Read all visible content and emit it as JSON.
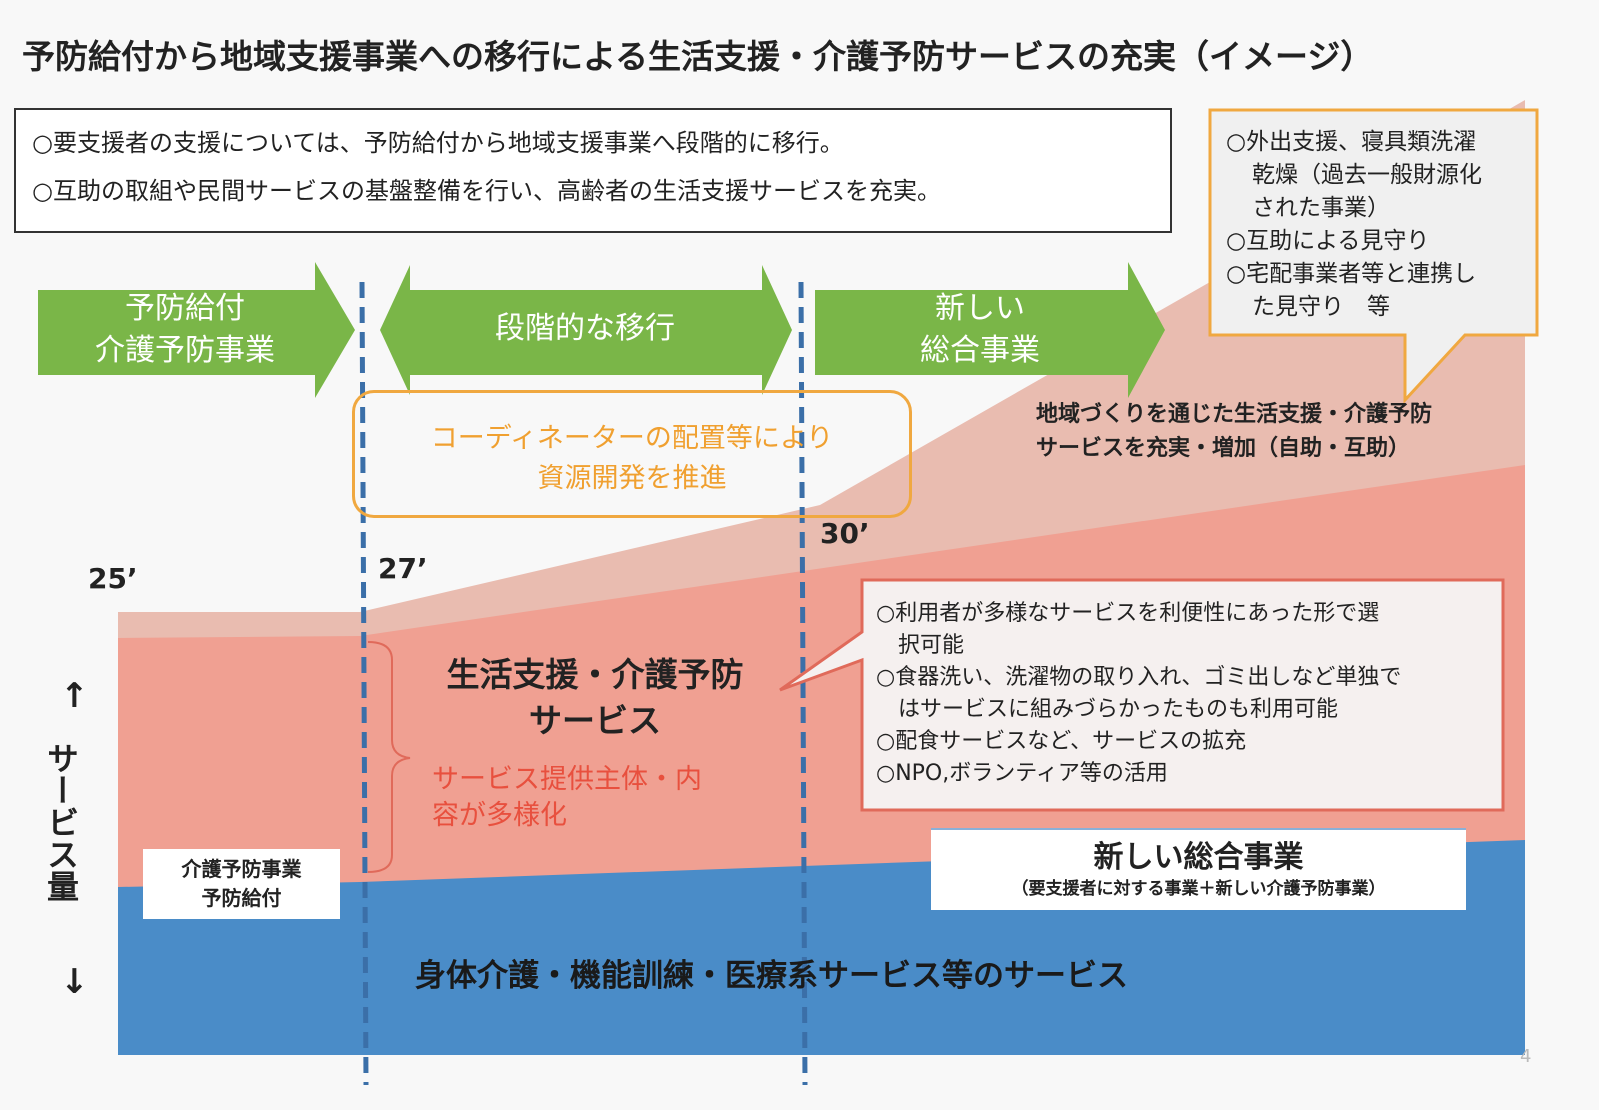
{
  "title": "予防給付から地域支援事業への移行による生活支援・介護予防サービスの充実（イメージ）",
  "summary": [
    "○要支援者の支援については、予防給付から地域支援事業へ段階的に移行。",
    "○互助の取組や民間サービスの基盤整備を行い、高齢者の生活支援サービスを充実。"
  ],
  "arrows": [
    {
      "line1": "予防給付",
      "line2": "介護予防事業"
    },
    {
      "line1": "段階的な移行"
    },
    {
      "line1": "新しい",
      "line2": "総合事業"
    }
  ],
  "coordinator": {
    "line1": "コーディネーターの配置等により",
    "line2": "資源開発を推進"
  },
  "years": [
    "25’",
    "27’",
    "30’"
  ],
  "top_callout": [
    "○外出支援、寝具類洗濯",
    "乾燥（過去一般財源化",
    "された事業）",
    "○互助による見守り",
    "○宅配事業者等と連携し",
    "た見守り　等"
  ],
  "community_text": {
    "line1": "地域づくりを通じた生活支援・介護予防",
    "line2": "サービスを充実・増加（自助・互助）"
  },
  "service_title": {
    "line1": "生活支援・介護予防",
    "line2": "サービス"
  },
  "service_sub": {
    "line1": "サービス提供主体・内",
    "line2": "容が多様化"
  },
  "mid_callout": [
    "○利用者が多様なサービスを利便性にあった形で選",
    "　択可能",
    "○食器洗い、洗濯物の取り入れ、ゴミ出しなど単独で",
    "　はサービスに組みづらかったものも利用可能",
    "○配食サービスなど、サービスの拡充",
    "○NPO,ボランティア等の活用"
  ],
  "left_label": {
    "line1": "介護予防事業",
    "line2": "予防給付"
  },
  "new_program": {
    "title": "新しい総合事業",
    "sub": "（要支援者に対する事業＋新しい介護予防事業）"
  },
  "base_service": "身体介護・機能訓練・医療系サービス等のサービス",
  "axis": {
    "up": "↑",
    "label": "サービス量",
    "down": "↓"
  },
  "page_number": "4",
  "colors": {
    "green": "#7ab648",
    "light_pink": "#e9bcb0",
    "salmon": "#f0a092",
    "blue": "#4a8cc8",
    "orange": "#f0a840",
    "dash": "#3b6fa8"
  }
}
